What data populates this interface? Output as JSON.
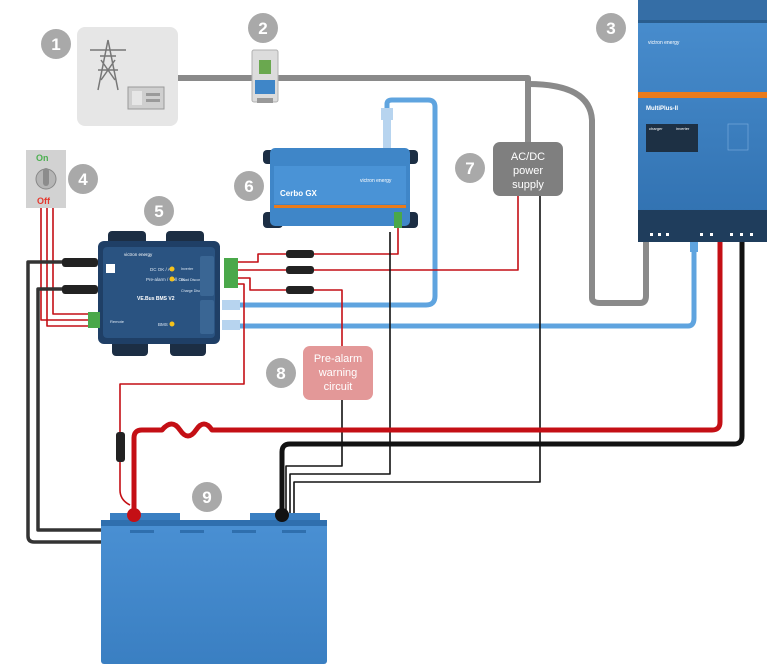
{
  "markers": [
    {
      "num": "1",
      "name": "grid-generator"
    },
    {
      "num": "2",
      "name": "ac-breaker"
    },
    {
      "num": "3",
      "name": "multiplus-inverter"
    },
    {
      "num": "4",
      "name": "on-off-switch"
    },
    {
      "num": "5",
      "name": "vebus-bms"
    },
    {
      "num": "6",
      "name": "cerbo-gx"
    },
    {
      "num": "7",
      "name": "ac-dc-power-supply"
    },
    {
      "num": "8",
      "name": "pre-alarm-circuit"
    },
    {
      "num": "9",
      "name": "lithium-battery"
    }
  ],
  "switch": {
    "on_label": "On",
    "off_label": "Off"
  },
  "bms": {
    "brand": "victron energy",
    "model": "VE.Bus BMS V2",
    "leds": [
      "DC OK / AL",
      "Pre-alarm / Cell OK",
      "BMS"
    ],
    "right_labels": [
      "Inverter",
      "Load Disconnect",
      "Charge Disconnect"
    ],
    "left_terminal": "Remote"
  },
  "cerbo": {
    "model": "Cerbo GX",
    "brand": "victron energy"
  },
  "multiplus": {
    "brand": "victron energy",
    "model": "MultiPlus-II",
    "panel_left": "charger",
    "panel_right": "inverter"
  },
  "psu": {
    "line1": "AC/DC",
    "line2": "power",
    "line3": "supply"
  },
  "prealarm": {
    "line1": "Pre-alarm",
    "line2": "warning",
    "line3": "circuit"
  },
  "colors": {
    "marker": "#a9a9a9",
    "victron_blue": "#3f86c8",
    "dark_blue": "#1f3d5c",
    "red_wire": "#c40f15",
    "black_wire": "#121212",
    "grey_cable": "#8a8a8a",
    "ve_cable": "#5fa4df",
    "psu_box": "#7f7f7f",
    "prealarm_box": "#e39898"
  }
}
